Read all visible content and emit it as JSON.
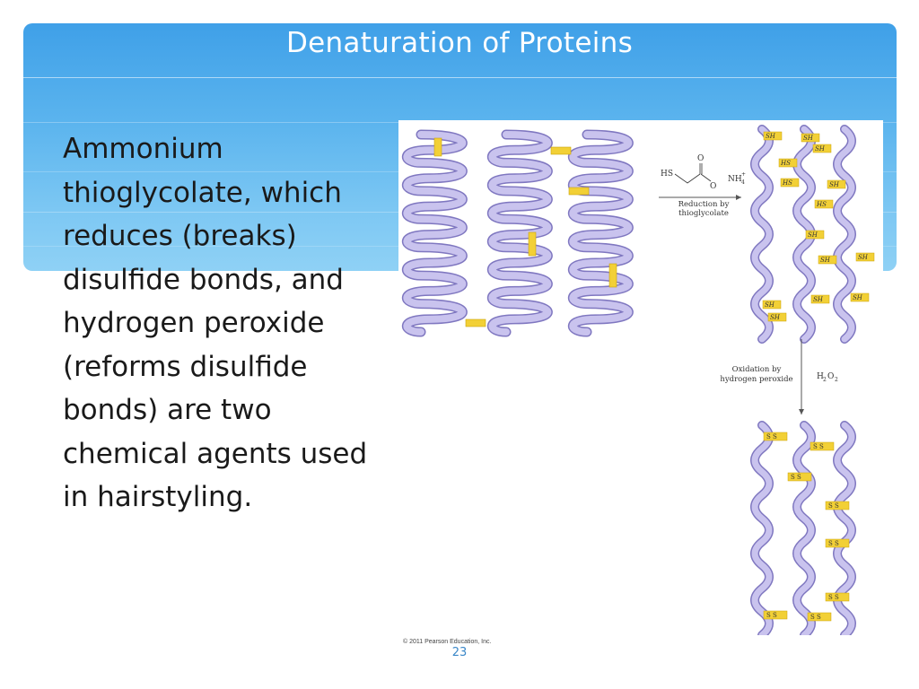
{
  "slide": {
    "title": "Denaturation of Proteins",
    "body": "Ammonium\nthioglycolate, which\nreduces (breaks)\ndisulfide bonds, and\nhydrogen peroxide\n(reforms disulfide\nbonds) are two\nchemical agents used\nin hairstyling.",
    "page_number": "23"
  },
  "figure": {
    "reduction_label_1": "Reduction by",
    "reduction_label_2": "thioglycolate",
    "oxidation_label_1": "Oxidation by",
    "oxidation_label_2": "hydrogen peroxide",
    "reagent_hs": "HS",
    "reagent_o": "O",
    "reagent_ominus": "O",
    "reagent_nh4": "NH",
    "peroxide": "H",
    "copyright": "© 2011 Pearson Education, Inc.",
    "sh_label": "SH",
    "hs_label": "HS",
    "s_label": "S",
    "colors": {
      "strand": "#c9c3ee",
      "strand_edge": "#7f77c0",
      "bond": "#f2d036",
      "bond_edge": "#c9a30a",
      "banner": "#5bb4ee"
    }
  }
}
